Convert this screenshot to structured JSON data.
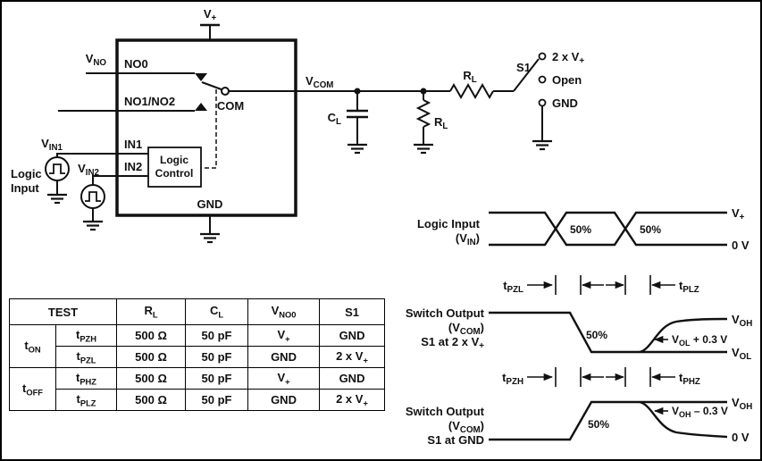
{
  "figure": {
    "background": "#ffffff",
    "ink": "#111111"
  },
  "schematic": {
    "supply_label": "V~+~",
    "vno_label": "V~NO~",
    "pins": {
      "no0": "NO0",
      "no1_no2": "NO1/NO2",
      "in1": "IN1",
      "in2": "IN2",
      "gnd": "GND"
    },
    "com_label": "COM",
    "logic_control": {
      "line1": "Logic",
      "line2": "Control"
    },
    "logic_input": {
      "line1": "Logic",
      "line2": "Input"
    },
    "vin1_label": "V~IN1~",
    "vin2_label": "V~IN2~",
    "vcom_label": "V~COM~",
    "cl_label": "C~L~",
    "rl_shunt_label": "R~L~",
    "rl_series_label": "R~L~",
    "s1_label": "S1",
    "s1_positions": {
      "top": "2 x V~+~",
      "middle": "Open",
      "bottom": "GND"
    }
  },
  "table": {
    "headers": {
      "test": "TEST",
      "rl": "R~L~",
      "cl": "C~L~",
      "vno0": "V~NO0~",
      "s1": "S1"
    },
    "groups": [
      {
        "name": "t~ON~",
        "rows": [
          {
            "param": "t~PZH~",
            "rl": "500 Ω",
            "cl": "50 pF",
            "vno0": "V~+~",
            "s1": "GND"
          },
          {
            "param": "t~PZL~",
            "rl": "500 Ω",
            "cl": "50 pF",
            "vno0": "GND",
            "s1": "2 x V~+~"
          }
        ]
      },
      {
        "name": "t~OFF~",
        "rows": [
          {
            "param": "t~PHZ~",
            "rl": "500 Ω",
            "cl": "50 pF",
            "vno0": "V~+~",
            "s1": "GND"
          },
          {
            "param": "t~PLZ~",
            "rl": "500 Ω",
            "cl": "50 pF",
            "vno0": "GND",
            "s1": "2 x V~+~"
          }
        ]
      }
    ]
  },
  "waveforms": {
    "input": {
      "label1": "Logic Input",
      "label2": "(V~IN~)",
      "pct1": "50%",
      "pct2": "50%",
      "high": "V~+~",
      "low": "0 V"
    },
    "out1": {
      "label1": "Switch Output",
      "label2": "(V~COM~)",
      "label3": "S1 at 2 x V~+~",
      "t_left": "t~PZL~",
      "t_right": "t~PLZ~",
      "pct": "50%",
      "annot": "V~OL~ + 0.3 V",
      "high": "V~OH~",
      "low": "V~OL~"
    },
    "out2": {
      "label1": "Switch Output",
      "label2": "(V~COM~)",
      "label3": "S1 at GND",
      "t_left": "t~PZH~",
      "t_right": "t~PHZ~",
      "pct": "50%",
      "annot": "V~OH~ – 0.3 V",
      "high": "V~OH~",
      "low": "0 V"
    }
  }
}
